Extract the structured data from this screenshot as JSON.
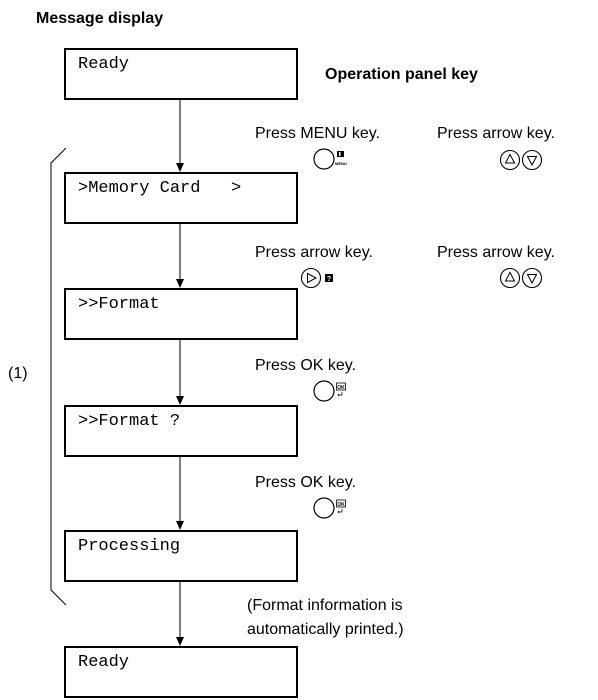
{
  "headings": {
    "message_display": "Message display",
    "operation_panel_key": "Operation panel key"
  },
  "lcd_screens": [
    {
      "text": "Ready"
    },
    {
      "text": ">Memory Card   >"
    },
    {
      "text": ">>Format"
    },
    {
      "text": ">>Format ?"
    },
    {
      "text": "Processing"
    },
    {
      "text": "Ready"
    }
  ],
  "instructions": {
    "press_menu_key": "Press MENU key.",
    "press_arrow_key_1": "Press arrow key.",
    "press_arrow_key_2": "Press arrow key.",
    "press_arrow_key_3": "Press arrow key.",
    "press_ok_key_1": "Press OK key.",
    "press_ok_key_2": "Press OK key.",
    "format_info_line1": "(Format information is",
    "format_info_line2": "automatically printed.)"
  },
  "bracket_label": "(1)",
  "key_labels": {
    "menu": "MENU",
    "ok": "OK"
  }
}
